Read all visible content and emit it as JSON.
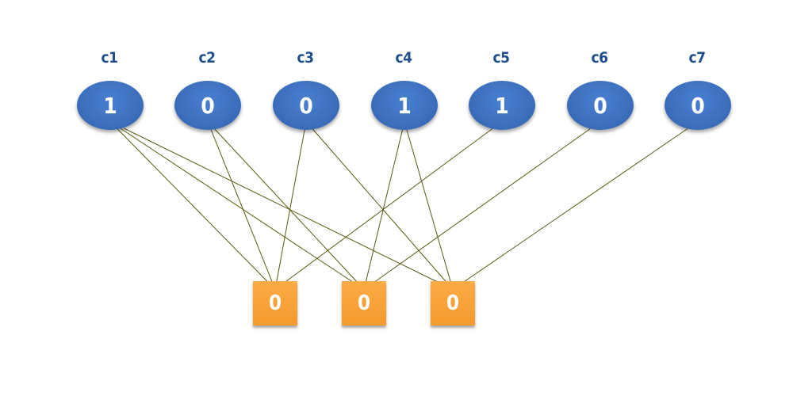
{
  "variable_nodes": [
    {
      "label": "c1",
      "value": "1"
    },
    {
      "label": "c2",
      "value": "0"
    },
    {
      "label": "c3",
      "value": "0"
    },
    {
      "label": "c4",
      "value": "1"
    },
    {
      "label": "c5",
      "value": "1"
    },
    {
      "label": "c6",
      "value": "0"
    },
    {
      "label": "c7",
      "value": "0"
    }
  ],
  "check_nodes": [
    {
      "value": "0"
    },
    {
      "value": "0"
    },
    {
      "value": "0"
    }
  ],
  "edges": [
    {
      "var": 0,
      "check": 0
    },
    {
      "var": 0,
      "check": 1
    },
    {
      "var": 0,
      "check": 2
    },
    {
      "var": 1,
      "check": 0
    },
    {
      "var": 1,
      "check": 1
    },
    {
      "var": 2,
      "check": 0
    },
    {
      "var": 2,
      "check": 2
    },
    {
      "var": 3,
      "check": 1
    },
    {
      "var": 3,
      "check": 2
    },
    {
      "var": 4,
      "check": 0
    },
    {
      "var": 5,
      "check": 1
    },
    {
      "var": 6,
      "check": 2
    }
  ],
  "colors": {
    "variable_node": "#3c6fbd",
    "check_node": "#f49a2e",
    "label": "#1f4e8c",
    "edge": "#5a5a10"
  }
}
